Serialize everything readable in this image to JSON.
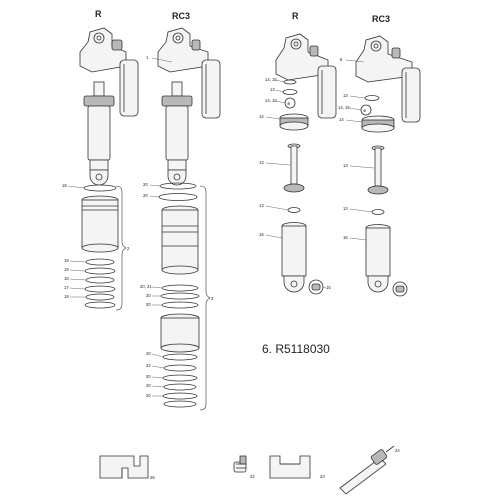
{
  "diagram": {
    "headers": {
      "left_r": "R",
      "left_rc3": "RC3",
      "right_r": "R",
      "right_rc3": "RC3"
    },
    "part_number_caption": "6. R5118030",
    "callouts": {
      "rc3_body": "1",
      "air_can_left": "2",
      "air_can_right": "3",
      "left_ring_top": "18",
      "left_stack": [
        "19",
        "19",
        "18",
        "17",
        "19"
      ],
      "mid_top_a": "20",
      "mid_top_b": "20",
      "mid_pair": "20, 21",
      "mid_a": "20",
      "mid_b": "20",
      "mid_low": [
        "20",
        "22",
        "20",
        "20",
        "20"
      ],
      "right_r_14_15": "14, 15",
      "right_r_13": "13",
      "right_r_14_16": "14, 16",
      "right_r_14": "14",
      "right_r_shaft": "13",
      "right_r_seal": "13",
      "right_r_body": "15",
      "right_r_cap": "15",
      "right_rc3_body": "6",
      "right_rc3_13": "13",
      "right_rc3_14_15": "14, 15",
      "right_rc3_14": "14",
      "right_rc3_shaft": "13",
      "right_rc3_seal": "13",
      "right_rc3_body_low": "15",
      "tool_left": "26",
      "tool_mid_a": "22",
      "tool_mid_b": "23",
      "tool_right": "24"
    }
  }
}
